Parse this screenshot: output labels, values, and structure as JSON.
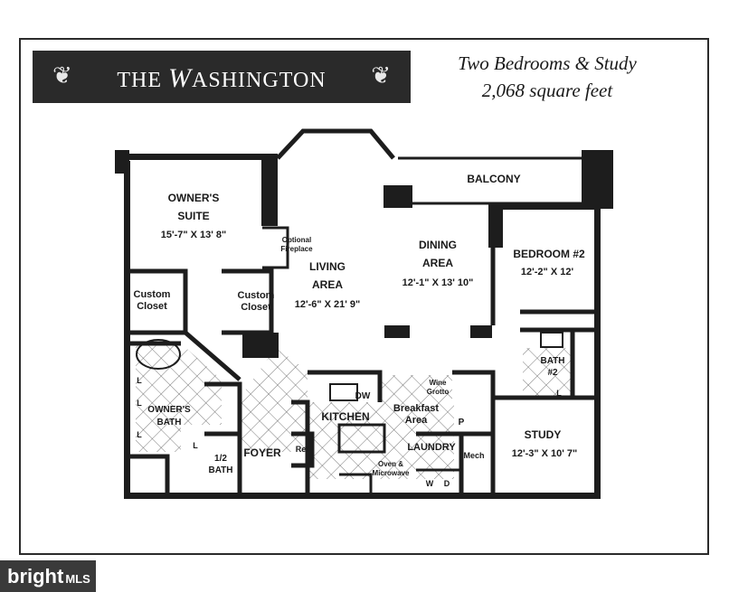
{
  "header": {
    "title_prefix": "THE",
    "title_cap": "W",
    "title_rest": "ASHINGTON",
    "subtitle_line1": "Two Bedrooms & Study",
    "subtitle_line2": "2,068 square feet"
  },
  "rooms": {
    "owners_suite": {
      "name1": "OWNER'S",
      "name2": "SUITE",
      "dims": "15'-7\" X 13' 8\""
    },
    "optional_fireplace": {
      "line1": "Optional",
      "line2": "Fireplace"
    },
    "living_area": {
      "name1": "LIVING",
      "name2": "AREA",
      "dims": "12'-6\" X 21' 9\""
    },
    "dining_area": {
      "name1": "DINING",
      "name2": "AREA",
      "dims": "12'-1\" X 13' 10\""
    },
    "balcony": {
      "name": "BALCONY"
    },
    "bedroom2": {
      "name": "BEDROOM #2",
      "dims": "12'-2\" X 12'"
    },
    "custom_closet_left": {
      "line1": "Custom",
      "line2": "Closet"
    },
    "custom_closet_right": {
      "line1": "Custom",
      "line2": "Closet"
    },
    "owners_bath": {
      "line1": "OWNER'S",
      "line2": "BATH"
    },
    "bath2": {
      "line1": "BATH",
      "line2": "#2"
    },
    "kitchen": {
      "name": "KITCHEN",
      "dw": "DW"
    },
    "wine_grotto": {
      "line1": "Wine",
      "line2": "Grotto"
    },
    "breakfast_area": {
      "line1": "Breakfast",
      "line2": "Area"
    },
    "pantry": {
      "name": "P"
    },
    "foyer": {
      "name": "FOYER"
    },
    "half_bath": {
      "line1": "1/2",
      "line2": "BATH"
    },
    "ref": {
      "name": "Ref"
    },
    "laundry": {
      "name": "LAUNDRY",
      "washer": "W",
      "dryer": "D"
    },
    "mech": {
      "name": "Mech"
    },
    "oven": {
      "line1": "Oven &",
      "line2": "Microwave"
    },
    "study": {
      "name": "STUDY",
      "dims": "12'-3\" X 10' 7\""
    },
    "linen_markers": [
      "L",
      "L",
      "L",
      "L",
      "L"
    ]
  },
  "badge": {
    "brand": "bright",
    "suffix": "MLS"
  }
}
